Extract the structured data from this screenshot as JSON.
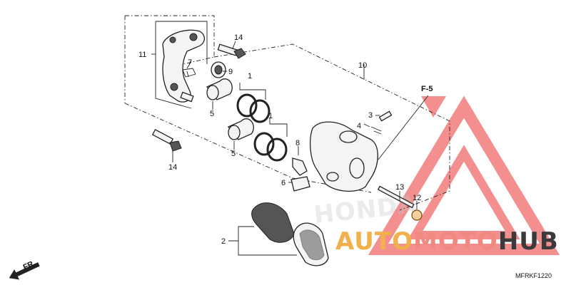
{
  "callouts": [
    {
      "id": "c1a",
      "text": "1"
    },
    {
      "id": "c1b",
      "text": "1"
    },
    {
      "id": "c2",
      "text": "2"
    },
    {
      "id": "c3",
      "text": "3"
    },
    {
      "id": "c4",
      "text": "4"
    },
    {
      "id": "c5a",
      "text": "5"
    },
    {
      "id": "c5b",
      "text": "5"
    },
    {
      "id": "c6",
      "text": "6"
    },
    {
      "id": "c7",
      "text": "7"
    },
    {
      "id": "c8",
      "text": "8"
    },
    {
      "id": "c9",
      "text": "9"
    },
    {
      "id": "c10",
      "text": "10"
    },
    {
      "id": "c11",
      "text": "11"
    },
    {
      "id": "c12",
      "text": "12"
    },
    {
      "id": "c13",
      "text": "13"
    },
    {
      "id": "c14a",
      "text": "14"
    },
    {
      "id": "c14b",
      "text": "14"
    }
  ],
  "section_ref": "F-5",
  "front_arrow": "FR.",
  "diagram_code": "MFRKF1220",
  "watermark": {
    "word_part1": "AUTO",
    "word_part2": "MOTO",
    "word_part3": "HUB",
    "brand_ghost": "HONDA",
    "colors": {
      "auto": "#f2b04c",
      "moto": "#f08a80",
      "hub": "#3a3a3a",
      "triangle": "#f06a6a"
    }
  },
  "highlight_color": "#e04848"
}
